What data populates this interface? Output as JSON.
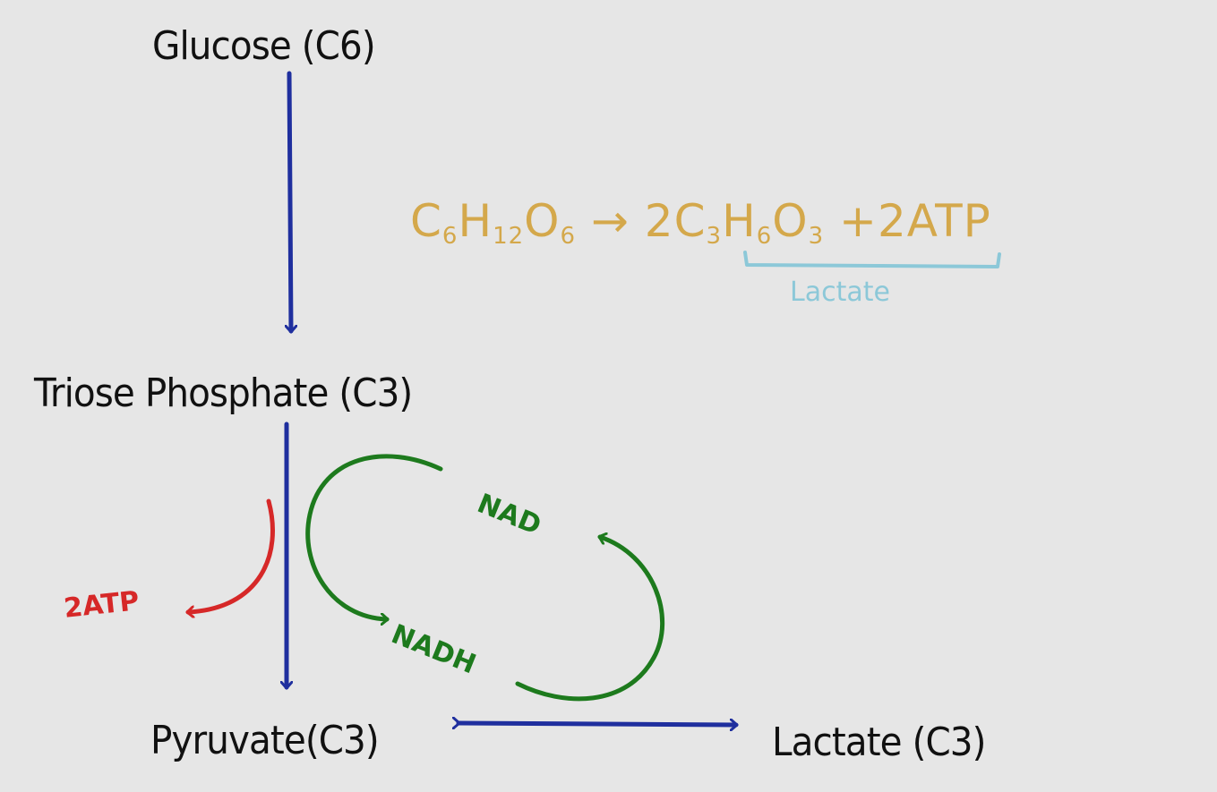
{
  "nodes": {
    "glucose": "Glucose (C6)",
    "triose": "Triose Phosphate (C3)",
    "pyruvate": "Pyruvate(C3)",
    "lactate": "Lactate (C3)"
  },
  "equation": {
    "reactant": {
      "parts": [
        "C",
        "6",
        "H",
        "12",
        "O",
        "6"
      ]
    },
    "arrow": "→",
    "product": {
      "parts": [
        "2C",
        "3",
        "H",
        "6",
        "O",
        "3"
      ]
    },
    "extra": "+2ATP",
    "bracket_label": "Lactate"
  },
  "labels": {
    "atp": "2ATP",
    "nad": "NAD",
    "nadh": "NADH"
  },
  "colors": {
    "background": "#e6e6e6",
    "text": "#111111",
    "arrow_blue": "#1f2f9e",
    "cycle_green": "#1d7a1d",
    "atp_red": "#d62828",
    "equation_gold": "#d4a84b",
    "bracket_blue": "#8cc8d8"
  }
}
